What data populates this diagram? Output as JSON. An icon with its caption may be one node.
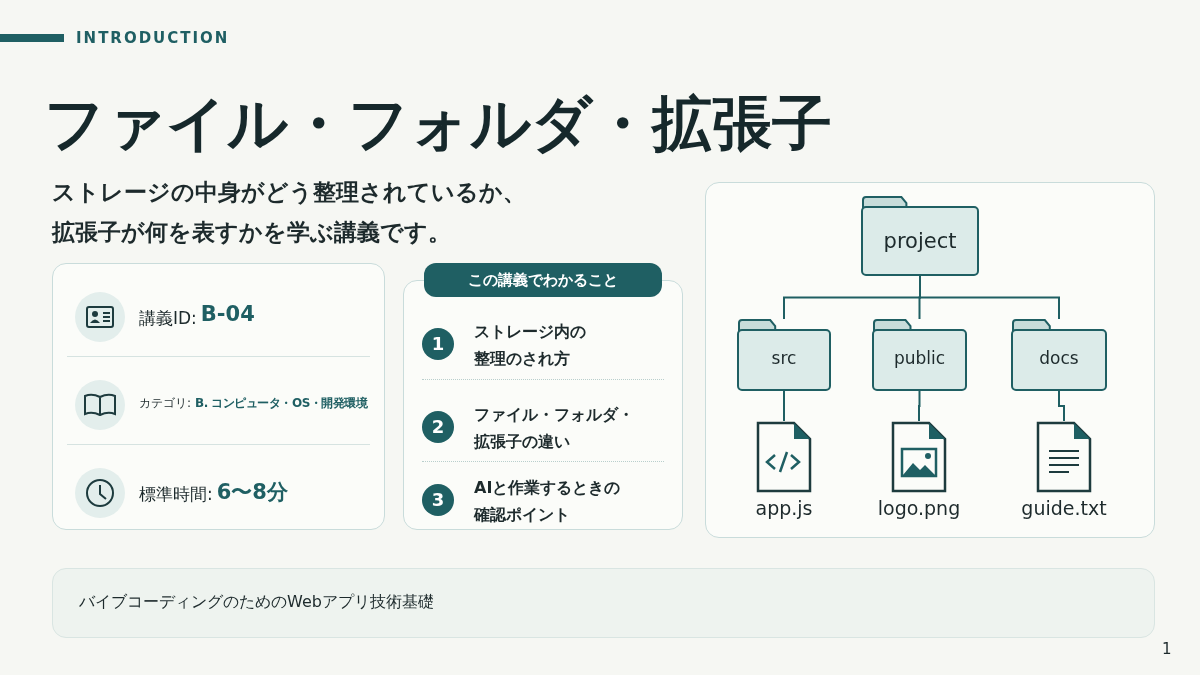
{
  "diagram": {
    "title": "ファイル・フォルダ・拡張子",
    "nodes": [
      {
        "text": [
          "講義ID:",
          "B-04",
          "カテゴリ:",
          "B. コンピュータ・OS・開発環境",
          "標準時間:",
          "6〜8分"
        ]
      },
      {
        "text": [
          "この講義でわかること"
        ]
      },
      {
        "text": [
          "1"
        ],
        "in": 1,
        "beside": [
          "ストレージ内の整理のされ方"
        ]
      },
      {
        "text": [
          "2"
        ],
        "in": 1,
        "beside": [
          "ファイル・フォルダ・拡張子の違い"
        ]
      },
      {
        "text": [
          "3"
        ],
        "in": 1,
        "beside": [
          "AIと作業するときの確認ポイント"
        ]
      },
      {
        "text": [],
        "shape": "box"
      },
      {
        "text": [
          "project"
        ],
        "in": 5
      },
      {
        "text": [
          "src"
        ],
        "in": 5
      },
      {
        "text": [
          "public"
        ],
        "in": 5
      },
      {
        "text": [
          "docs"
        ],
        "in": 5
      },
      {
        "text": [
          "app.js"
        ],
        "in": 5
      },
      {
        "text": [
          "logo.png"
        ],
        "in": 5
      },
      {
        "text": [
          "guide.txt"
        ],
        "in": 5
      },
      {
        "text": [
          "バイブコーディングのためのWebアプリ技術基礎"
        ]
      }
    ],
    "edges": [
      {
        "from": 6,
        "to": 7,
        "arrow": "none"
      },
      {
        "from": 6,
        "to": 8,
        "arrow": "none"
      },
      {
        "from": 6,
        "to": 9,
        "arrow": "none"
      },
      {
        "from": 7,
        "to": 10,
        "arrow": "none"
      },
      {
        "from": 8,
        "to": 11,
        "arrow": "none"
      },
      {
        "from": 9,
        "to": 12,
        "arrow": "none"
      }
    ],
    "labels": [
      "INTRODUCTION",
      "ストレージの中身がどう整理されているか、拡張子が何を表すかを学ぶ講義です。",
      "1"
    ]
  }
}
